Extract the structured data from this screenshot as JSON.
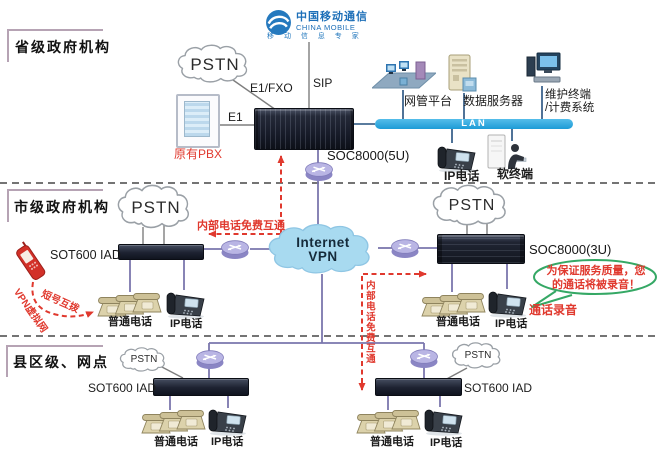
{
  "colors": {
    "red": "#e0392e",
    "lan_blue": "#2aa9e1",
    "vpn_cloud_fill": "#a8daf0",
    "bubble_green": "#35a865",
    "logo_blue": "#1d6fb8"
  },
  "logo": {
    "cn": "中国移动通信",
    "en": "CHINA MOBILE",
    "tagline": "移 动 信 息 专 家"
  },
  "sections": {
    "province": {
      "label": "省级政府机构"
    },
    "city": {
      "label": "市级政府机构"
    },
    "county": {
      "label": "县区级、网点"
    }
  },
  "province": {
    "pstn": "PSTN",
    "e1fxo": "E1/FXO",
    "sip": "SIP",
    "e1": "E1",
    "pbx": "原有PBX",
    "soc": "SOC8000(5U)",
    "lan": "LAN",
    "nms": "网管平台",
    "data_server": "数据服务器",
    "maint1": "维护终端",
    "maint2": "/计费系统",
    "ip_phone": "IP电话",
    "soft_terminal": "软终端"
  },
  "vpn_cloud": {
    "line1": "Internet",
    "line2": "VPN"
  },
  "city": {
    "pstn": "PSTN",
    "iad": "SOT600 IAD",
    "free_call": "内部电话免费互通",
    "vpn_net": "VPN虚拟网",
    "short_dial": "短号互拨",
    "analog": "普通电话",
    "ip_phone": "IP电话"
  },
  "city_right": {
    "pstn": "PSTN",
    "soc": "SOC8000(3U)",
    "free_call": "内部电话免费互通",
    "bubble1": "为保证服务质量，您",
    "bubble2": "的通话将被录音！",
    "recording": "通话录音",
    "analog": "普通电话",
    "ip_phone": "IP电话"
  },
  "county_left": {
    "pstn": "PSTN",
    "iad": "SOT600 IAD",
    "analog": "普通电话",
    "ip_phone": "IP电话"
  },
  "county_right": {
    "pstn": "PSTN",
    "iad": "SOT600 IAD",
    "analog": "普通电话",
    "ip_phone": "IP电话"
  }
}
